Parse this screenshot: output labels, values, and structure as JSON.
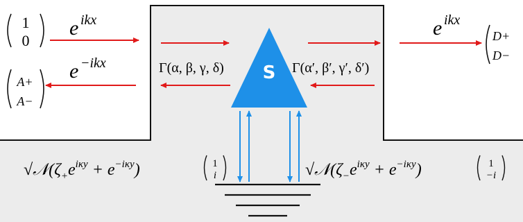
{
  "colors": {
    "region_fill": "#ececec",
    "region_stroke": "#111111",
    "red_arrow": "#e11a1a",
    "blue": "#1e90e8",
    "scatterer_text": "#ffffff",
    "ground": "#111111"
  },
  "left": {
    "incoming_vector": [
      "1",
      "0"
    ],
    "incoming_wave": "e",
    "incoming_exp": "ikx",
    "reflected_vector": [
      "A+",
      "A−"
    ],
    "reflected_wave": "e",
    "reflected_exp": "−ikx"
  },
  "right": {
    "transmitted_wave": "e",
    "transmitted_exp": "ikx",
    "transmitted_vector": [
      "D+",
      "D−"
    ]
  },
  "scatterer": {
    "label": "S",
    "left_matrix": "Γ(α, β, γ, δ)",
    "right_matrix": "Γ(α′, β′, γ′, δ′)"
  },
  "leads": {
    "left_formula_prefix": "√𝒩(ζ",
    "left_formula_sub": "+",
    "left_formula_body": "e",
    "left_formula_exp": "iκy",
    "left_formula_mid": " + e",
    "left_formula_exp2": "−iκy",
    "left_formula_end": ")",
    "left_vector": [
      "1",
      "i"
    ],
    "right_formula_prefix": "√𝒩(ζ",
    "right_formula_sub": "−",
    "right_formula_body": "e",
    "right_formula_exp": "iκy",
    "right_formula_mid": " + e",
    "right_formula_exp2": "−iκy",
    "right_formula_end": ")",
    "right_vector": [
      "1",
      "−i"
    ]
  },
  "icons": [
    "triangle-scatterer-icon",
    "ground-symbol-icon",
    "arrow-right-icon",
    "arrow-left-icon",
    "arrow-up-icon",
    "arrow-down-icon"
  ]
}
